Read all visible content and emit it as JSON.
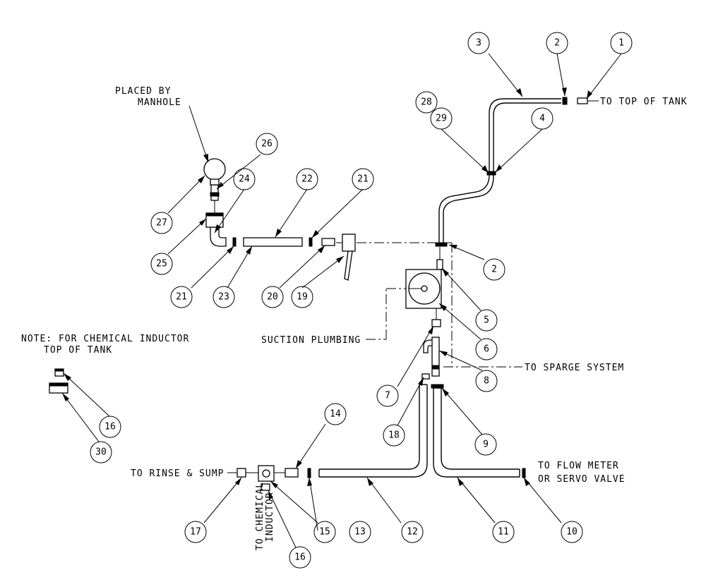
{
  "labels": {
    "top_of_tank": "TO TOP OF TANK",
    "placed_by_1": "PLACED BY",
    "placed_by_2": "MANHOLE",
    "suction": "SUCTION PLUMBING",
    "sparge": "TO SPARGE SYSTEM",
    "note_1": "NOTE: FOR CHEMICAL INDUCTOR",
    "note_2": "TOP OF TANK",
    "rinse": "TO RINSE & SUMP",
    "chem_1": "TO CHEMICAL",
    "chem_2": "INDUCTOR",
    "flow_1": "TO FLOW METER",
    "flow_2": "OR SERVO VALVE"
  },
  "callouts": [
    "1",
    "2",
    "3",
    "4",
    "28",
    "29",
    "26",
    "24",
    "22",
    "21",
    "27",
    "25",
    "21",
    "23",
    "20",
    "19",
    "2",
    "5",
    "6",
    "7",
    "8",
    "18",
    "9",
    "14",
    "16",
    "30",
    "17",
    "15",
    "16",
    "13",
    "12",
    "11",
    "10"
  ]
}
